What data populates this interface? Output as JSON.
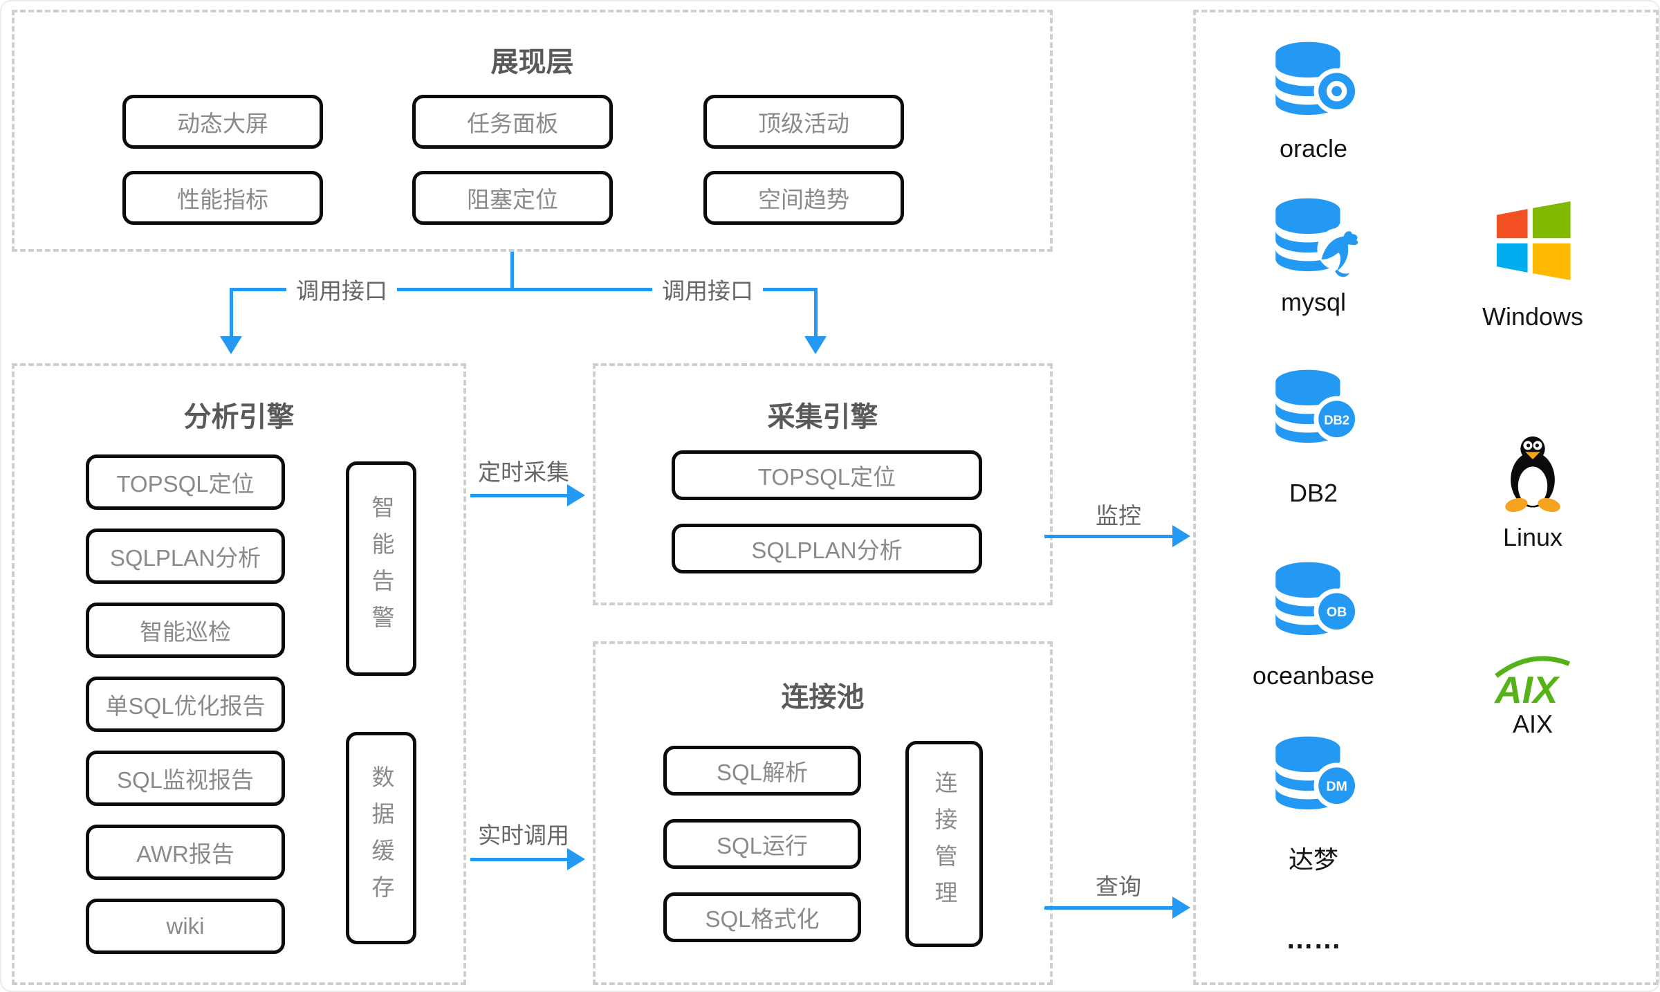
{
  "colors": {
    "accent_blue": "#2499F4",
    "dashed_border": "#CFCFCF",
    "windows_red": "#F25022",
    "windows_green": "#7FBA00",
    "windows_blue": "#00ADEF",
    "windows_yellow": "#FFB900",
    "tux_orange": "#F6A41F",
    "aix_green": "#55B217"
  },
  "presentation": {
    "title": "展现层",
    "buttons": [
      "动态大屏",
      "性能指标",
      "任务面板",
      "阻塞定位",
      "顶级活动",
      "空间趋势"
    ]
  },
  "analysis": {
    "title": "分析引擎",
    "buttons": [
      "TOPSQL定位",
      "SQLPLAN分析",
      "智能巡检",
      "单SQL优化报告",
      "SQL监视报告",
      "AWR报告",
      "wiki"
    ],
    "side_boxes": [
      "智能告警",
      "数据缓存"
    ]
  },
  "collection": {
    "title": "采集引擎",
    "buttons": [
      "TOPSQL定位",
      "SQLPLAN分析"
    ]
  },
  "pool": {
    "title": "连接池",
    "buttons": [
      "SQL解析",
      "SQL运行",
      "SQL格式化"
    ],
    "side_box": "连接管理"
  },
  "edges": {
    "call_api_left": "调用接口",
    "call_api_right": "调用接口",
    "timed_collect": "定时采集",
    "realtime_call": "实时调用",
    "monitor": "监控",
    "query": "查询"
  },
  "targets": {
    "databases": [
      {
        "name": "oracle",
        "badge": "ring"
      },
      {
        "name": "mysql",
        "badge": "dolphin"
      },
      {
        "name": "DB2",
        "badge": "DB2"
      },
      {
        "name": "oceanbase",
        "badge": "OB"
      },
      {
        "name": "达梦",
        "badge": "DM"
      }
    ],
    "ellipsis": "……",
    "os": [
      {
        "name": "Windows"
      },
      {
        "name": "Linux"
      },
      {
        "name": "AIX"
      }
    ]
  }
}
